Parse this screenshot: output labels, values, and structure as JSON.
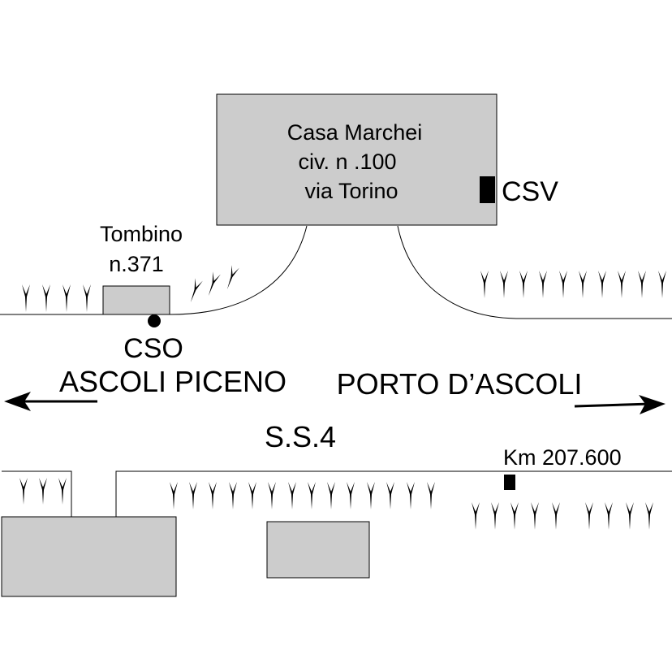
{
  "building": {
    "line1": "Casa Marchei",
    "line2": "civ. n .100",
    "line3": "via Torino"
  },
  "csv_label": "CSV",
  "tombino": {
    "line1": "Tombino",
    "line2": "n.371"
  },
  "cso_label": "CSO",
  "directions": {
    "west": "ASCOLI PICENO",
    "east": "PORTO D’ASCOLI"
  },
  "road_name": "S.S.4",
  "km_marker": "Km 207.600",
  "colors": {
    "building_fill": "#cccccc",
    "stroke": "#000000",
    "background": "#ffffff"
  },
  "icons": {
    "tree": "tree-symbol",
    "arrow_west": "arrow-left-icon",
    "arrow_east": "arrow-right-icon"
  }
}
